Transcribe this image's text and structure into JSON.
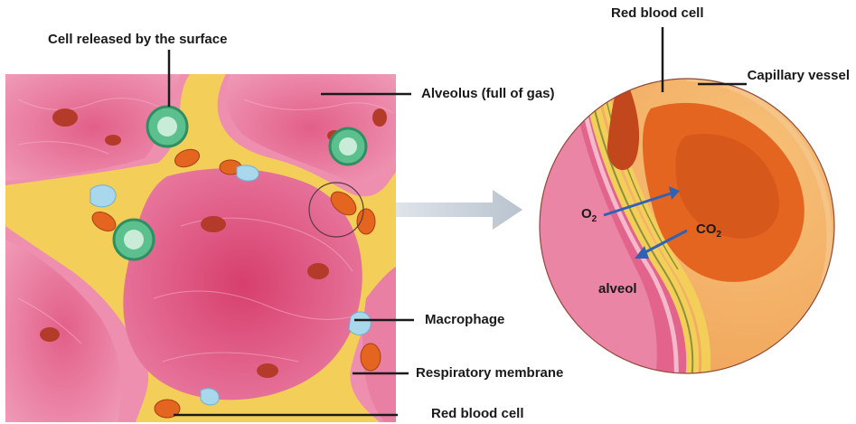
{
  "labels": {
    "cell_released": "Cell released by the surface",
    "alveolus": "Alveolus (full of gas)",
    "macrophage": "Macrophage",
    "respiratory_membrane": "Respiratory membrane",
    "red_blood_cell_bottom": "Red blood cell",
    "red_blood_cell_top": "Red blood cell",
    "capillary_vessel": "Capillary vessel",
    "alveol": "alveol"
  },
  "gases": {
    "o2_main": "O",
    "o2_sub": "2",
    "co2_main": "CO",
    "co2_sub": "2"
  },
  "colors": {
    "alveolus_pink": "#d9527a",
    "tissue_yellow": "#f1c64a",
    "rbc_orange": "#e4651f",
    "capillary_orange": "#f29a3a",
    "surfactant_cell_green": "#5cbf8e",
    "macrophage_blue": "#a9d7ec",
    "arrow_blue": "#2f62b5",
    "zoom_arrow_gray": "#c7cfd8"
  }
}
